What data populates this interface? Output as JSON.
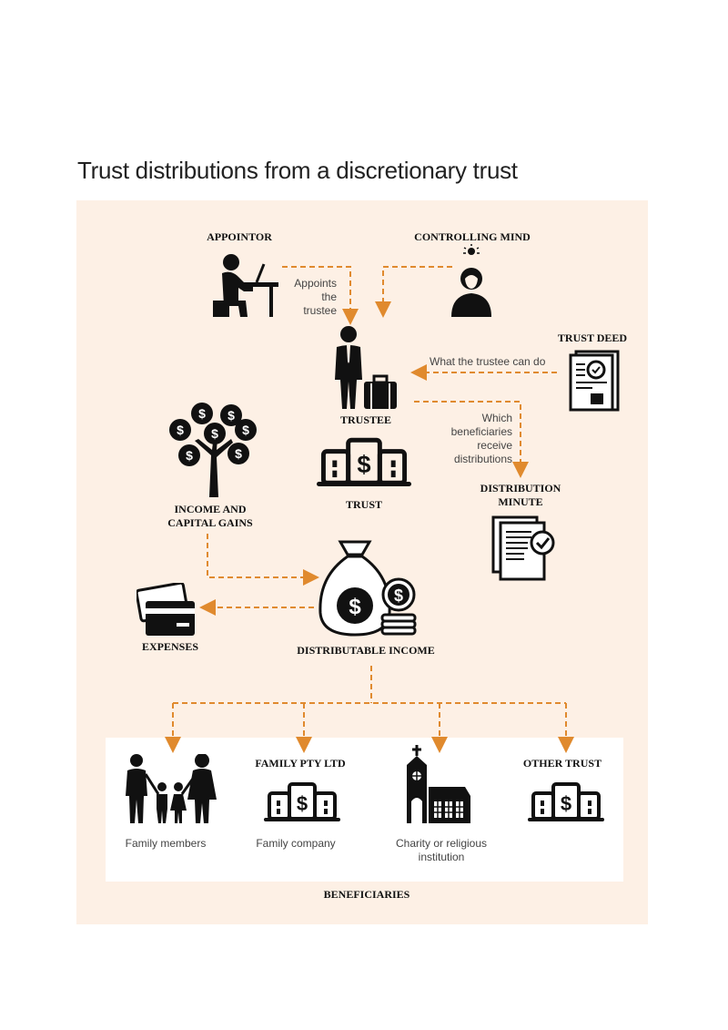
{
  "title": "Trust distributions from a discretionary trust",
  "colors": {
    "panel": "#fdf0e5",
    "arrow": "#e08a2e",
    "icon": "#111111"
  },
  "nodes": {
    "appointor": "APPOINTOR",
    "controlling_mind": "CONTROLLING MIND",
    "trustee": "TRUSTEE",
    "trust": "TRUST",
    "trust_deed": "TRUST DEED",
    "distribution_minute": [
      "DISTRIBUTION",
      "MINUTE"
    ],
    "income": [
      "INCOME AND",
      "CAPITAL GAINS"
    ],
    "distributable_income": "DISTRIBUTABLE INCOME",
    "expenses": "EXPENSES"
  },
  "annotations": {
    "appoints": [
      "Appoints",
      "the",
      "trustee"
    ],
    "trustee_can_do": "What the trustee can do",
    "which_beneficiaries": [
      "Which",
      "beneficiaries",
      "receive",
      "distributions"
    ]
  },
  "beneficiaries": {
    "section_label": "BENEFICIARIES",
    "family_pty_ltd": "FAMILY PTY LTD",
    "other_trust": "OTHER TRUST",
    "family_members": "Family members",
    "family_company": "Family company",
    "charity": [
      "Charity or religious",
      "institution"
    ]
  }
}
